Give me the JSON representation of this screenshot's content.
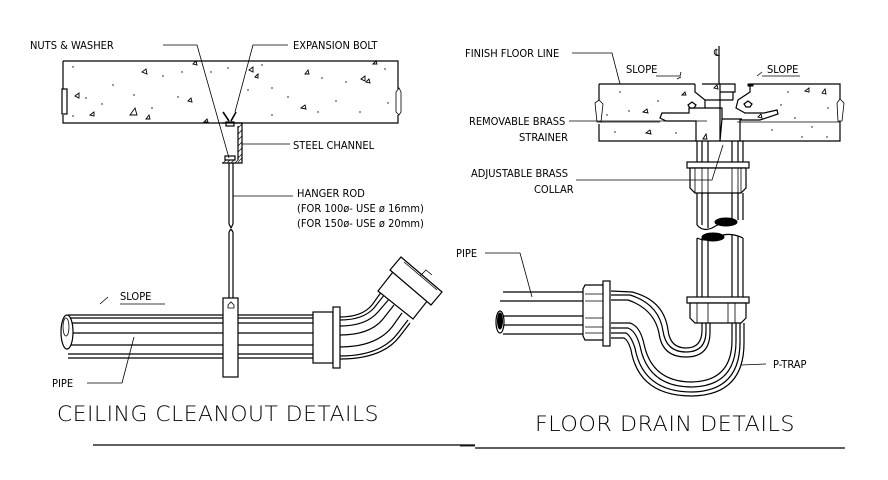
{
  "ceiling_cleanout": {
    "title": "CEILING CLEANOUT DETAILS",
    "labels": {
      "nuts_washer": "NUTS & WASHER",
      "expansion_bolt": "EXPANSION BOLT",
      "steel_channel": "STEEL CHANNEL",
      "hanger_rod": "HANGER ROD",
      "hanger_rod_note_1": "(FOR 100ø- USE ø 16mm)",
      "hanger_rod_note_2": "(FOR 150ø- USE ø 20mm)",
      "slope": "SLOPE",
      "pipe": "PIPE"
    }
  },
  "floor_drain": {
    "title": "FLOOR DRAIN DETAILS",
    "labels": {
      "finish_floor_line": "FINISH FLOOR LINE",
      "slope_left": "SLOPE",
      "slope_right": "SLOPE",
      "centerline": "℄",
      "removable_brass_strainer_1": "REMOVABLE BRASS",
      "removable_brass_strainer_2": "STRAINER",
      "adjustable_brass_collar_1": "ADJUSTABLE BRASS",
      "adjustable_brass_collar_2": "COLLAR",
      "pipe": "PIPE",
      "p_trap": "P-TRAP"
    }
  }
}
